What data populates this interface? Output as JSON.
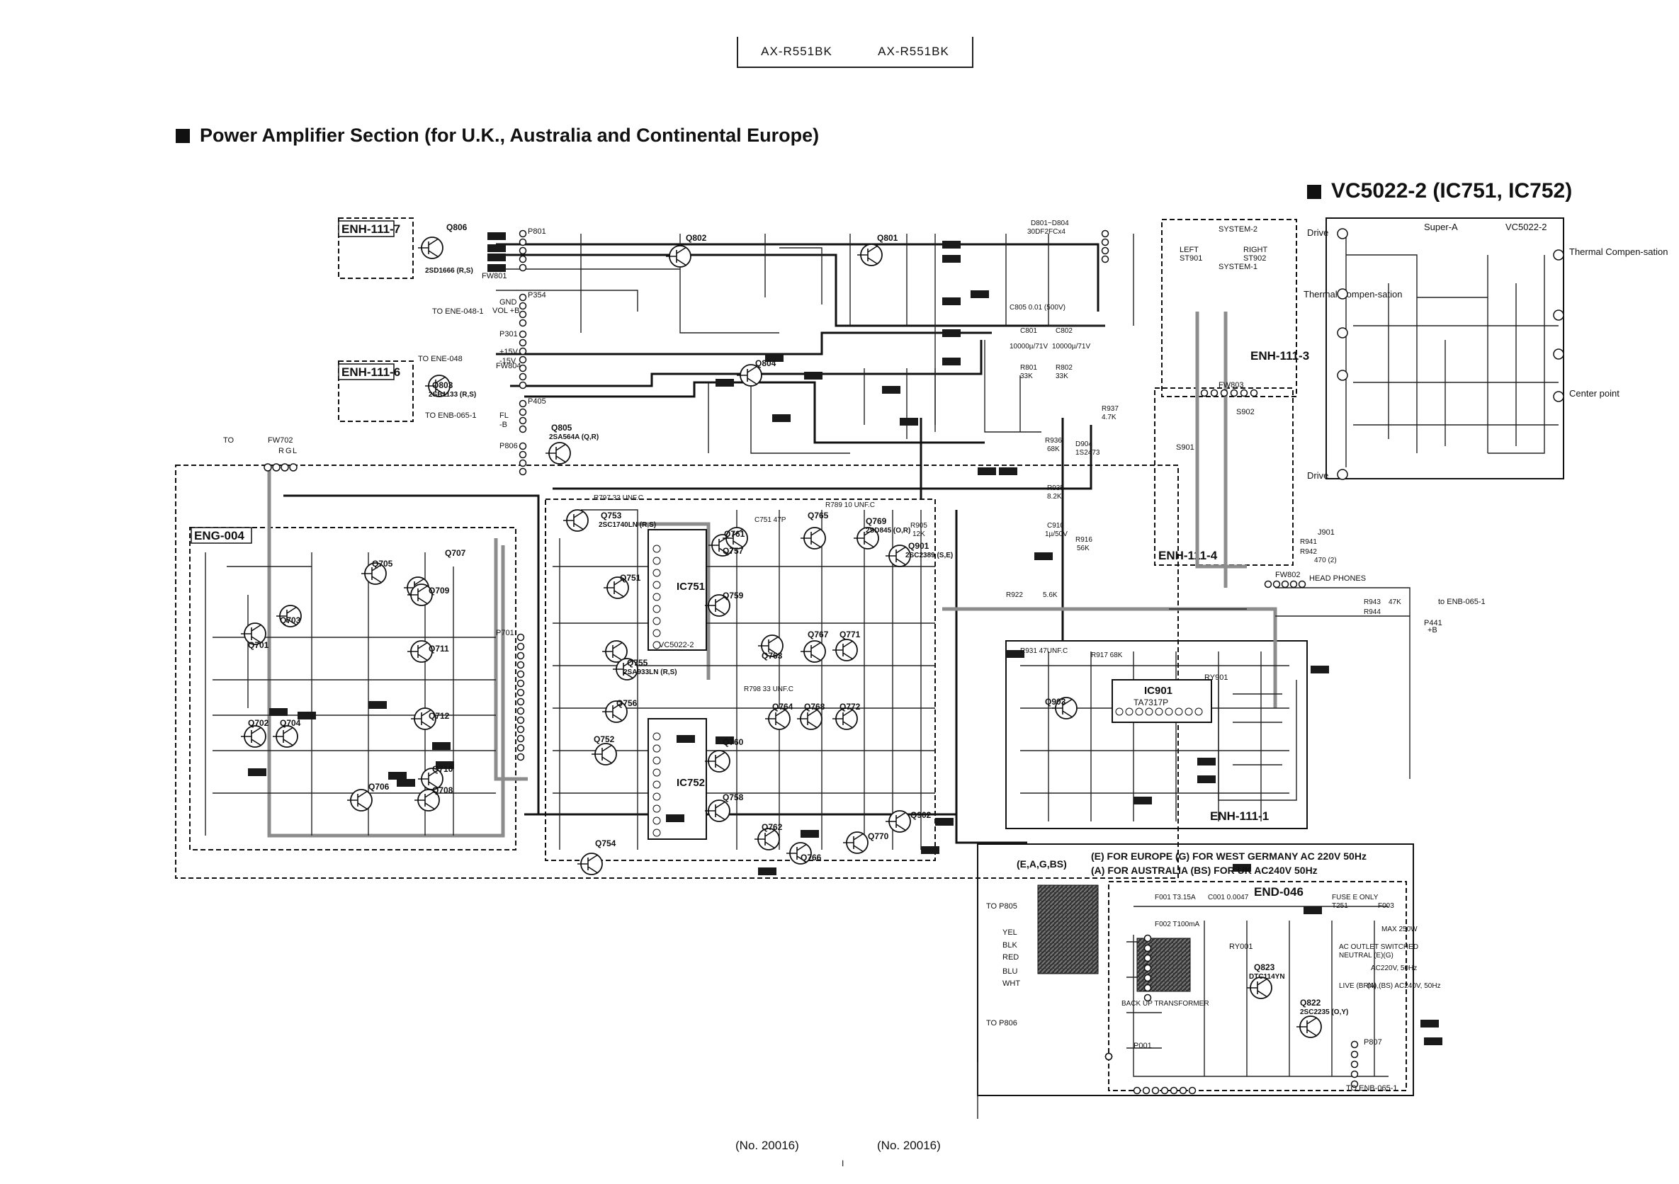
{
  "header": {
    "model_left": "AX-R551BK",
    "model_right": "AX-R551BK"
  },
  "titles": {
    "main": "Power Amplifier Section (for U.K., Australia and Continental Europe)",
    "ic": "VC5022-2 (IC751, IC752)"
  },
  "boards": {
    "enh_111_7": "ENH-111-7",
    "enh_111_6": "ENH-111-6",
    "eng_004": "ENG-004",
    "enh_111_3": "ENH-111-3",
    "enh_111_4": "ENH-111-4",
    "enh_111_1": "ENH-111-1",
    "end_046": "END-046"
  },
  "ic_labels": {
    "ic751": "IC751",
    "ic752": "IC752",
    "ic901": "IC901",
    "ic901_part": "TA7317P",
    "vc5022": "VC5022-2",
    "super_a": "Super-A",
    "drive": "Drive",
    "thermal_comp": "Thermal Compen-sation",
    "center_point": "Center point"
  },
  "transistors": {
    "q806": "Q806",
    "q806_part": "2SD1666 (R,S)",
    "q803": "Q803",
    "q803_part": "2SB1133 (R,S)",
    "q801": "Q801",
    "q802": "Q802",
    "q804": "Q804",
    "q805": "Q805",
    "q805_part": "2SA564A (Q,R)",
    "q753": "Q753",
    "q753_part": "2SC1740LN (R,S)",
    "q751": "Q751",
    "q755": "Q755",
    "q755_part": "2SA933LN (R,S)",
    "q757": "Q757",
    "q759": "Q759",
    "q761": "Q761",
    "q763": "Q763",
    "q765": "Q765",
    "q767": "Q767",
    "q769": "Q769",
    "q769_part": "2SD845 (O,R)",
    "q771": "Q771",
    "q901": "Q901",
    "q901_part": "2SC2389 (S,E)",
    "q701": "Q701",
    "q703": "Q703",
    "q705": "Q705",
    "q707": "Q707",
    "q709": "Q709",
    "q711": "Q711",
    "q702": "Q702",
    "q704": "Q704",
    "q706": "Q706",
    "q708": "Q708",
    "q710": "Q710",
    "q712": "Q712",
    "q752": "Q752",
    "q754": "Q754",
    "q756": "Q756",
    "q758": "Q758",
    "q760": "Q760",
    "q762": "Q762",
    "q764": "Q764",
    "q766": "Q766",
    "q768": "Q768",
    "q770": "Q770",
    "q772": "Q772",
    "q902": "Q902",
    "q903": "Q903",
    "q822": "Q822",
    "q822_part": "2SC2235 (O,Y)",
    "q823": "Q823",
    "q823_part": "DTC114YN"
  },
  "connectors": {
    "p801": "P801",
    "p354": "P354",
    "p301": "P301",
    "p405": "P405",
    "p806": "P806",
    "p701": "P701",
    "p441": "P441",
    "p001": "P001",
    "p807": "P807",
    "fw801": "FW801",
    "fw804": "FW804",
    "fw702": "FW702",
    "fw803": "FW803",
    "fw802": "FW802",
    "j901": "J901",
    "ry901": "RY901",
    "ry001": "RY001",
    "s901": "S901",
    "s902": "S902",
    "st901": "ST901",
    "st902": "ST902",
    "system_1": "SYSTEM-1",
    "system_2": "SYSTEM-2",
    "left": "LEFT",
    "right": "RIGHT",
    "head_phones": "HEAD PHONES"
  },
  "net_labels": {
    "to_ene_048_1": "TO ENE-048-1",
    "to_ene_048": "TO ENE-048",
    "to_enb_065_1": "TO ENB-065-1",
    "to_enb_065_1_b": "to ENB-065-1",
    "to_p805": "TO P805",
    "to_p806": "TO P806",
    "to_enb_065_1_c": "TO ENB-065-1",
    "gnd": "GND",
    "vol_b": "VOL +B",
    "p15v": "+15V",
    "m15v": "-15V",
    "fl": "FL",
    "mb": "-B",
    "pb": "+B",
    "yel": "YEL",
    "blk": "BLK",
    "red": "RED",
    "blu": "BLU",
    "wht": "WHT",
    "r": "R",
    "g": "G",
    "l": "L",
    "to": "TO"
  },
  "components": {
    "d801": "D801~D804",
    "d801_part": "30DF2FCx4",
    "c805": "C805 0.01 (500V)",
    "c801": "C801",
    "c802": "C802",
    "c801_val": "10000µ/71V",
    "c802_val": "10000µ/71V",
    "r801": "R801",
    "r802": "R802",
    "r801_val": "33K",
    "r802_val": "33K",
    "r937": "R937",
    "r937_val": "4.7K",
    "r936": "R936",
    "r936_val": "68K",
    "d904": "D904",
    "d904_part": "1S2473",
    "r935": "R935",
    "r935_val": "8.2K",
    "c910": "C910",
    "c910_val": "1µ/50V",
    "r916": "R916",
    "r916_val": "56K",
    "r941": "R941",
    "r942": "R942",
    "r942_val": "470 (2)",
    "r943": "R943",
    "r943_val": "47K",
    "r944": "R944",
    "r922": "R922",
    "r922_val": "5.6K",
    "r931": "R931 47UNF.C",
    "r917": "R917 68K",
    "c751": "C751 47P",
    "r797": "R797 33 UNF.C",
    "r798": "R798 33 UNF.C",
    "r789": "R789 10 UNF.C",
    "r905": "R905",
    "r905_val": "12K",
    "f001": "F001 T3.15A",
    "f002": "F002 T100mA",
    "f003": "F003",
    "fuse": "FUSE E ONLY",
    "t251": "T251",
    "c001": "C001 0.0047",
    "max_250w": "MAX 250W",
    "ac_outlet": "AC OUTLET SWITCHED",
    "neutral": "NEUTRAL (E)(G)",
    "live": "LIVE (BRN)",
    "ac220": "AC220V, 50Hz",
    "ac240": "(A),(BS) AC240V, 50Hz",
    "back_up": "BACK UP TRANSFORMER"
  },
  "legend": {
    "title": "(E,A,G,BS)",
    "line1": "(E) FOR EUROPE  (G) FOR WEST GERMANY AC 220V 50Hz",
    "line2": "(A) FOR AUSTRALIA (BS) FOR UK          AC240V  50Hz"
  },
  "footer": {
    "left": "(No. 20016)",
    "right": "(No. 20016)",
    "page_mark": "I"
  },
  "colors": {
    "ink": "#111111",
    "paper": "#ffffff",
    "shade": "#8c8c8c",
    "dark_block": "#1a1a1a"
  }
}
